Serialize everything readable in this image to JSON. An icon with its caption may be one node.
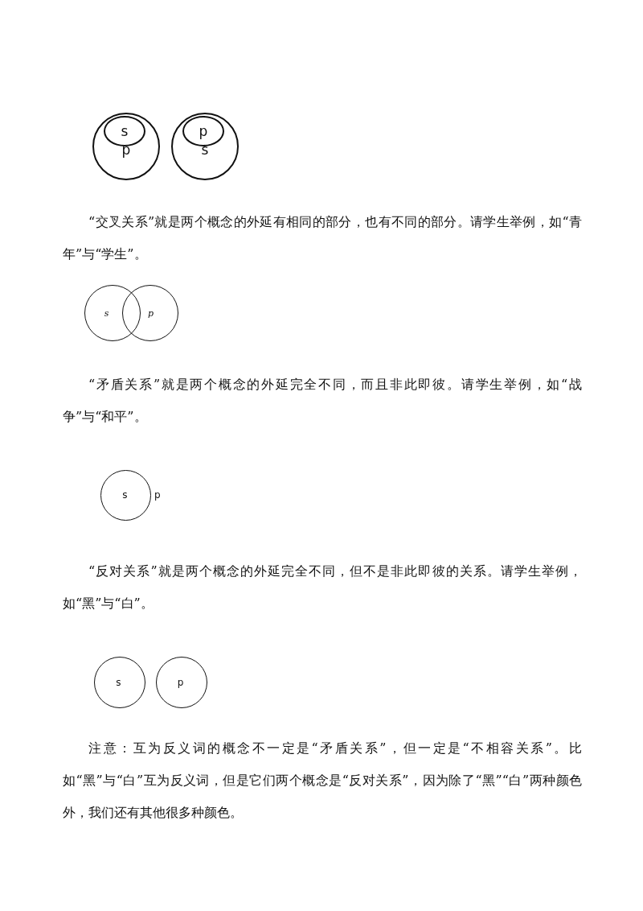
{
  "diagram": {
    "nodes": [
      {
        "text": [
          "p"
        ]
      },
      {
        "text": [
          "s"
        ],
        "in": 0
      },
      {
        "text": [
          "s"
        ]
      },
      {
        "text": [
          "p"
        ],
        "in": 2
      },
      {
        "text": [
          "s"
        ]
      },
      {
        "text": [
          "p"
        ]
      },
      {
        "text": [
          "s"
        ],
        "beside": [
          "p"
        ]
      },
      {
        "text": [
          "s"
        ]
      },
      {
        "text": [
          "p"
        ]
      }
    ],
    "edges": [],
    "labels": [
      "“交叉关系”就是两个概念的外延有相同的部分，也有不同的部分。请学生举例，如“青年”与“学生”。",
      "“矛盾关系”就是两个概念的外延完全不同，而且非此即彼。请学生举例，如“战争”与“和平”。",
      "“反对关系”就是两个概念的外延完全不同，但不是非此即彼的关系。请学生举例，如“黑”与“白”。",
      "注意：互为反义词的概念不一定是“矛盾关系”，但一定是“不相容关系”。比如“黑”与“白”互为反义词，但是它们两个概念是“反对关系”，因为除了“黑”“白”两种颜色外，我们还有其他很多种颜色。"
    ]
  }
}
